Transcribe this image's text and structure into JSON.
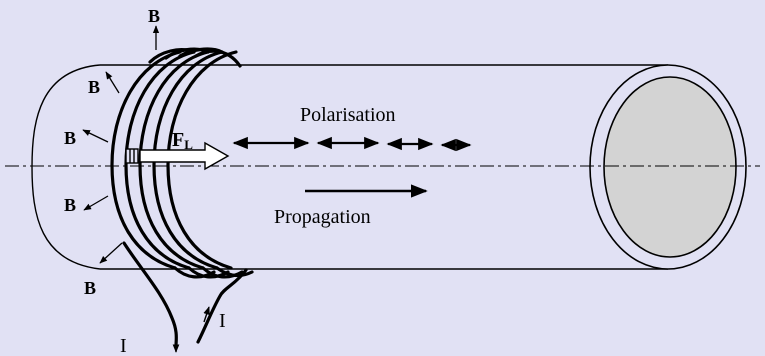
{
  "colors": {
    "background": "#e1e1f4",
    "ink": "#000000",
    "end_face": "#d3d3d3",
    "tube_fill": "#e1e1f4"
  },
  "labels": {
    "b_top": "B",
    "b_upper": "B",
    "b_middle": "B",
    "b_lower": "B",
    "b_bottom": "B",
    "force_main": "F",
    "force_sub": "L",
    "polarisation": "Polarisation",
    "propagation": "Propagation",
    "current_left": "I",
    "current_right": "I"
  }
}
